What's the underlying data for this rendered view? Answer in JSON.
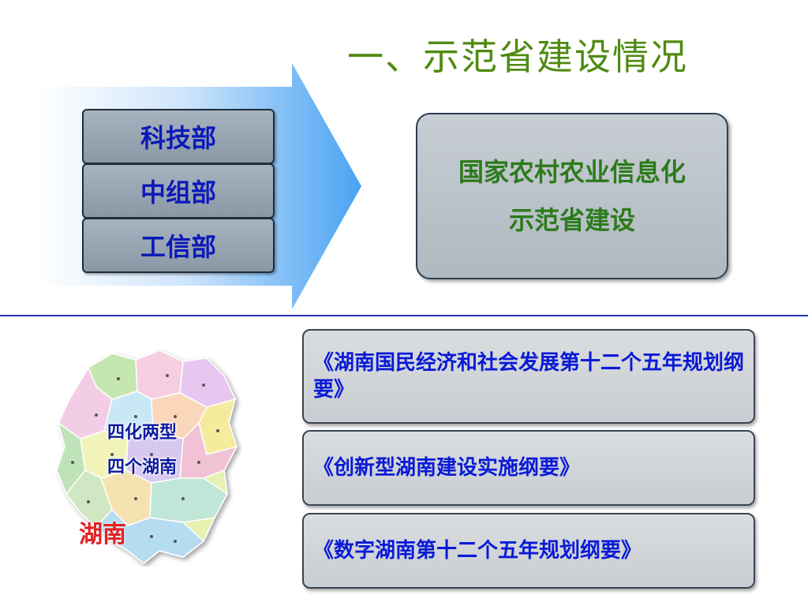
{
  "title": "一、示范省建设情况",
  "ministries": [
    "科技部",
    "中组部",
    "工信部"
  ],
  "main_box": {
    "line1": "国家农村农业信息化",
    "line2": "示范省建设"
  },
  "map": {
    "label_line1": "四化两型",
    "label_line2": "四个湖南",
    "province": "湖南"
  },
  "documents": [
    "《湖南国民经济和社会发展第十二个五年规划纲要》",
    "《创新型湖南建设实施纲要》",
    "《数字湖南第十二个五年规划纲要》"
  ],
  "colors": {
    "title": "#4f8b12",
    "ministry_text": "#0b1ab8",
    "main_box_text": "#2c7b1b",
    "document_text": "#0a1ad6",
    "divider": "#2430b0",
    "province_label": "#e32222"
  }
}
